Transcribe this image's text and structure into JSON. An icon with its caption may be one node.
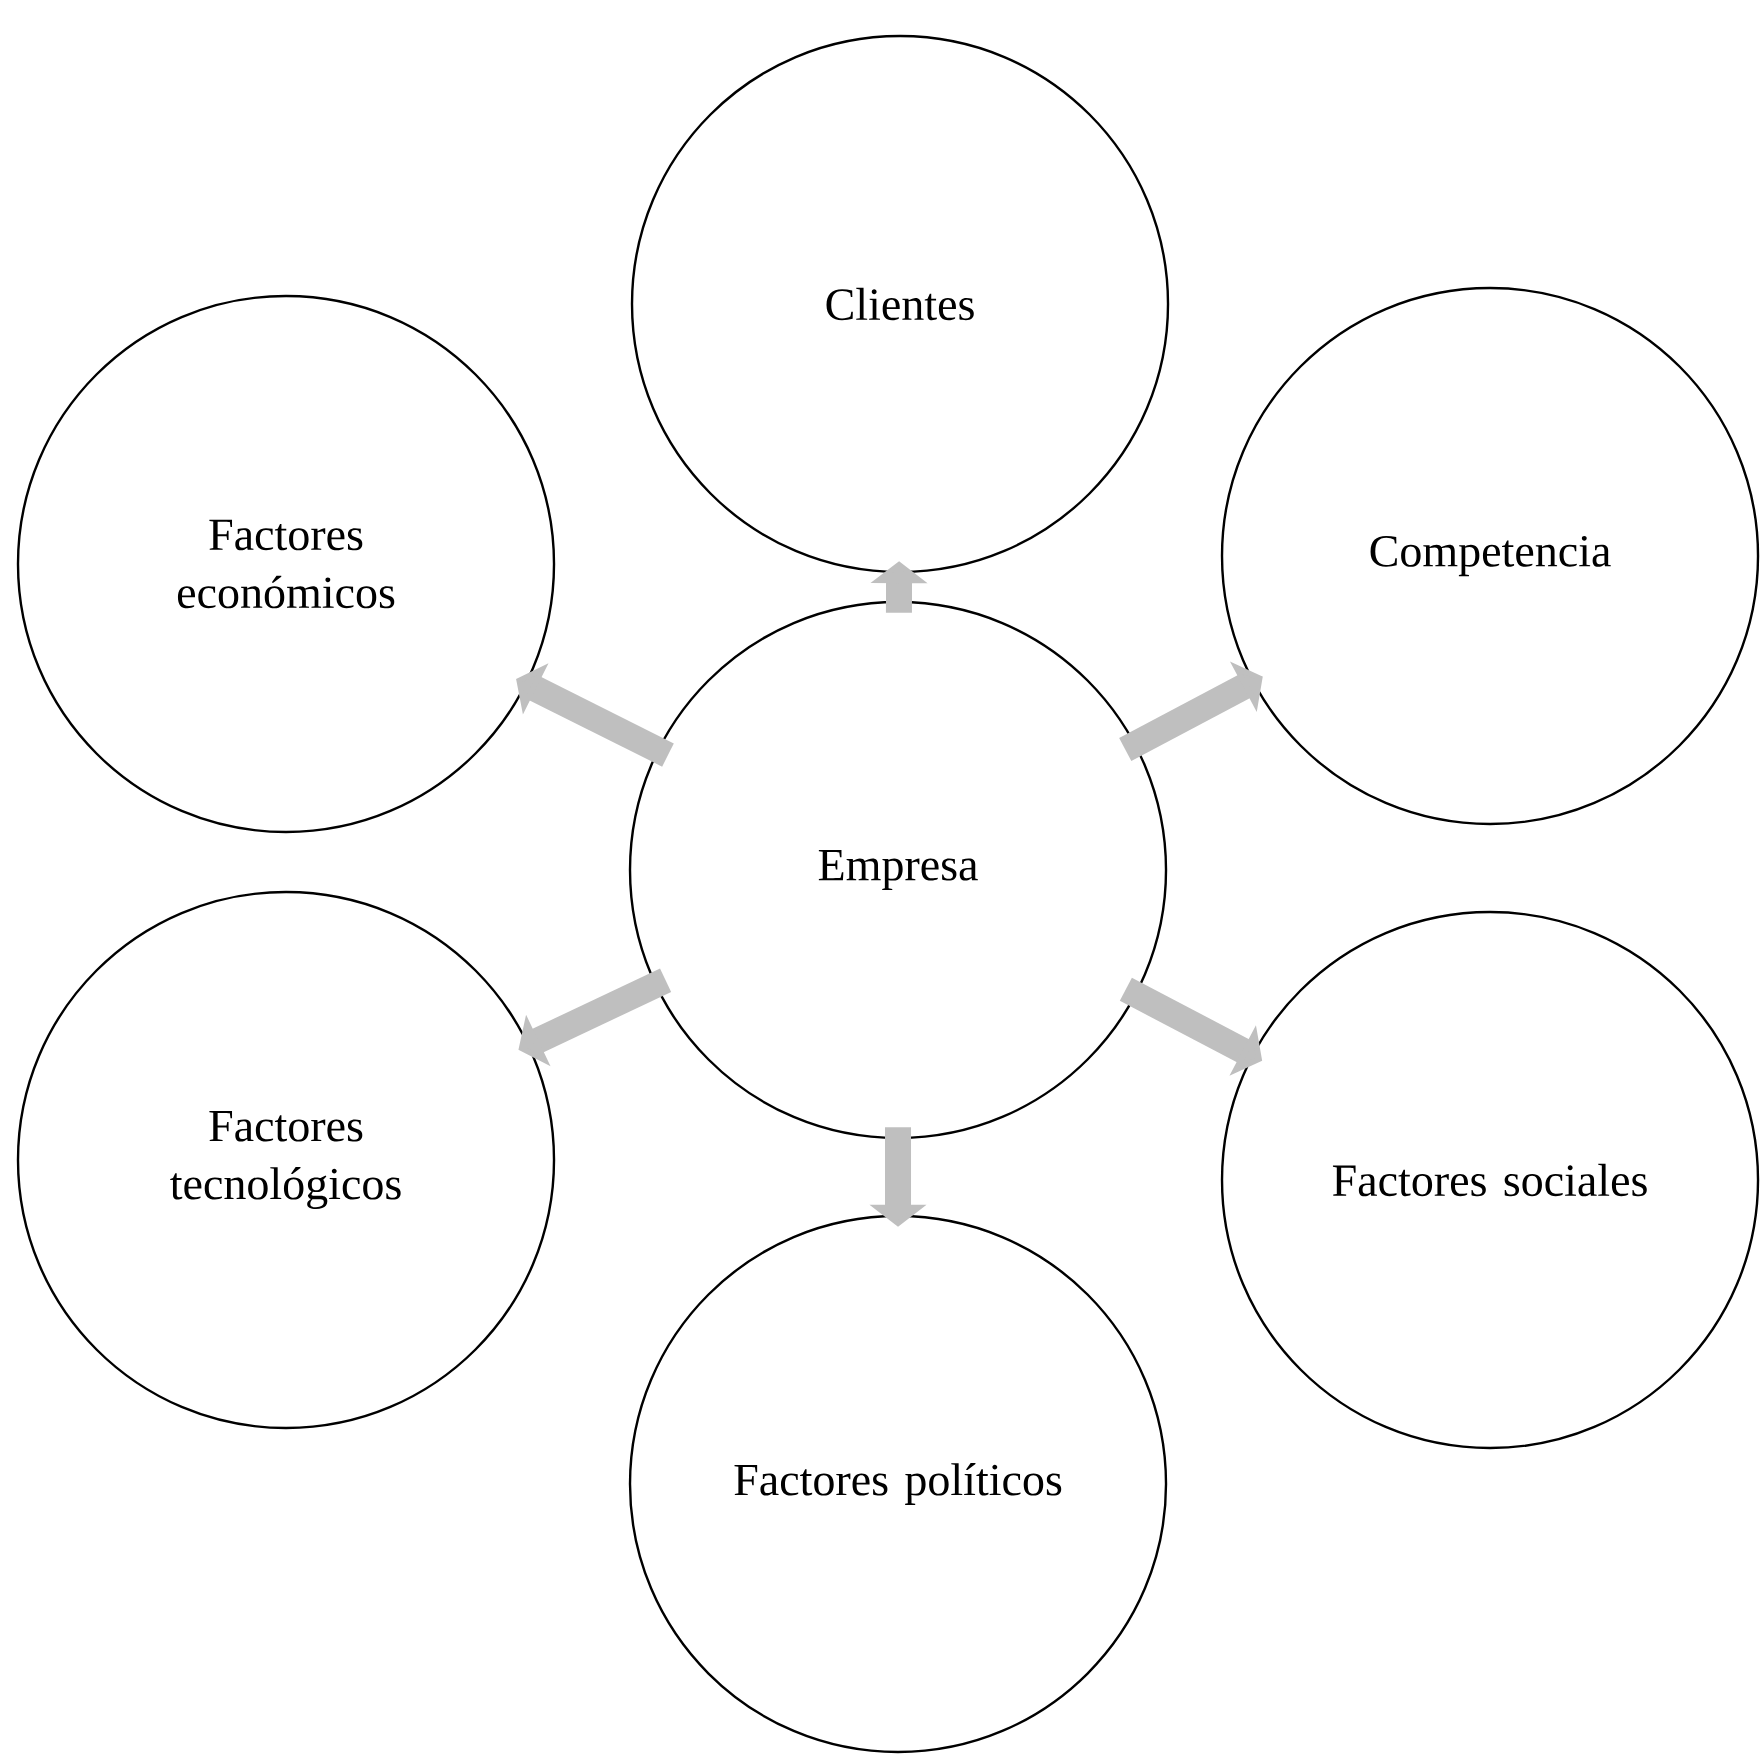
{
  "diagram": {
    "nodes": [
      {
        "text": [
          "Empresa"
        ]
      },
      {
        "text": [
          "Clientes"
        ]
      },
      {
        "text": [
          "Competencia"
        ]
      },
      {
        "text": [
          "Factores sociales"
        ]
      },
      {
        "text": [
          "Factores políticos"
        ]
      },
      {
        "text": [
          "Factores tecnológicos"
        ]
      },
      {
        "text": [
          "Factores económicos"
        ]
      }
    ],
    "edges": [
      {
        "from": 0,
        "to": 1,
        "arrow": "to"
      },
      {
        "from": 0,
        "to": 2,
        "arrow": "to"
      },
      {
        "from": 0,
        "to": 3,
        "arrow": "to"
      },
      {
        "from": 0,
        "to": 4,
        "arrow": "to"
      },
      {
        "from": 0,
        "to": 5,
        "arrow": "to"
      },
      {
        "from": 0,
        "to": 6,
        "arrow": "to"
      }
    ]
  }
}
